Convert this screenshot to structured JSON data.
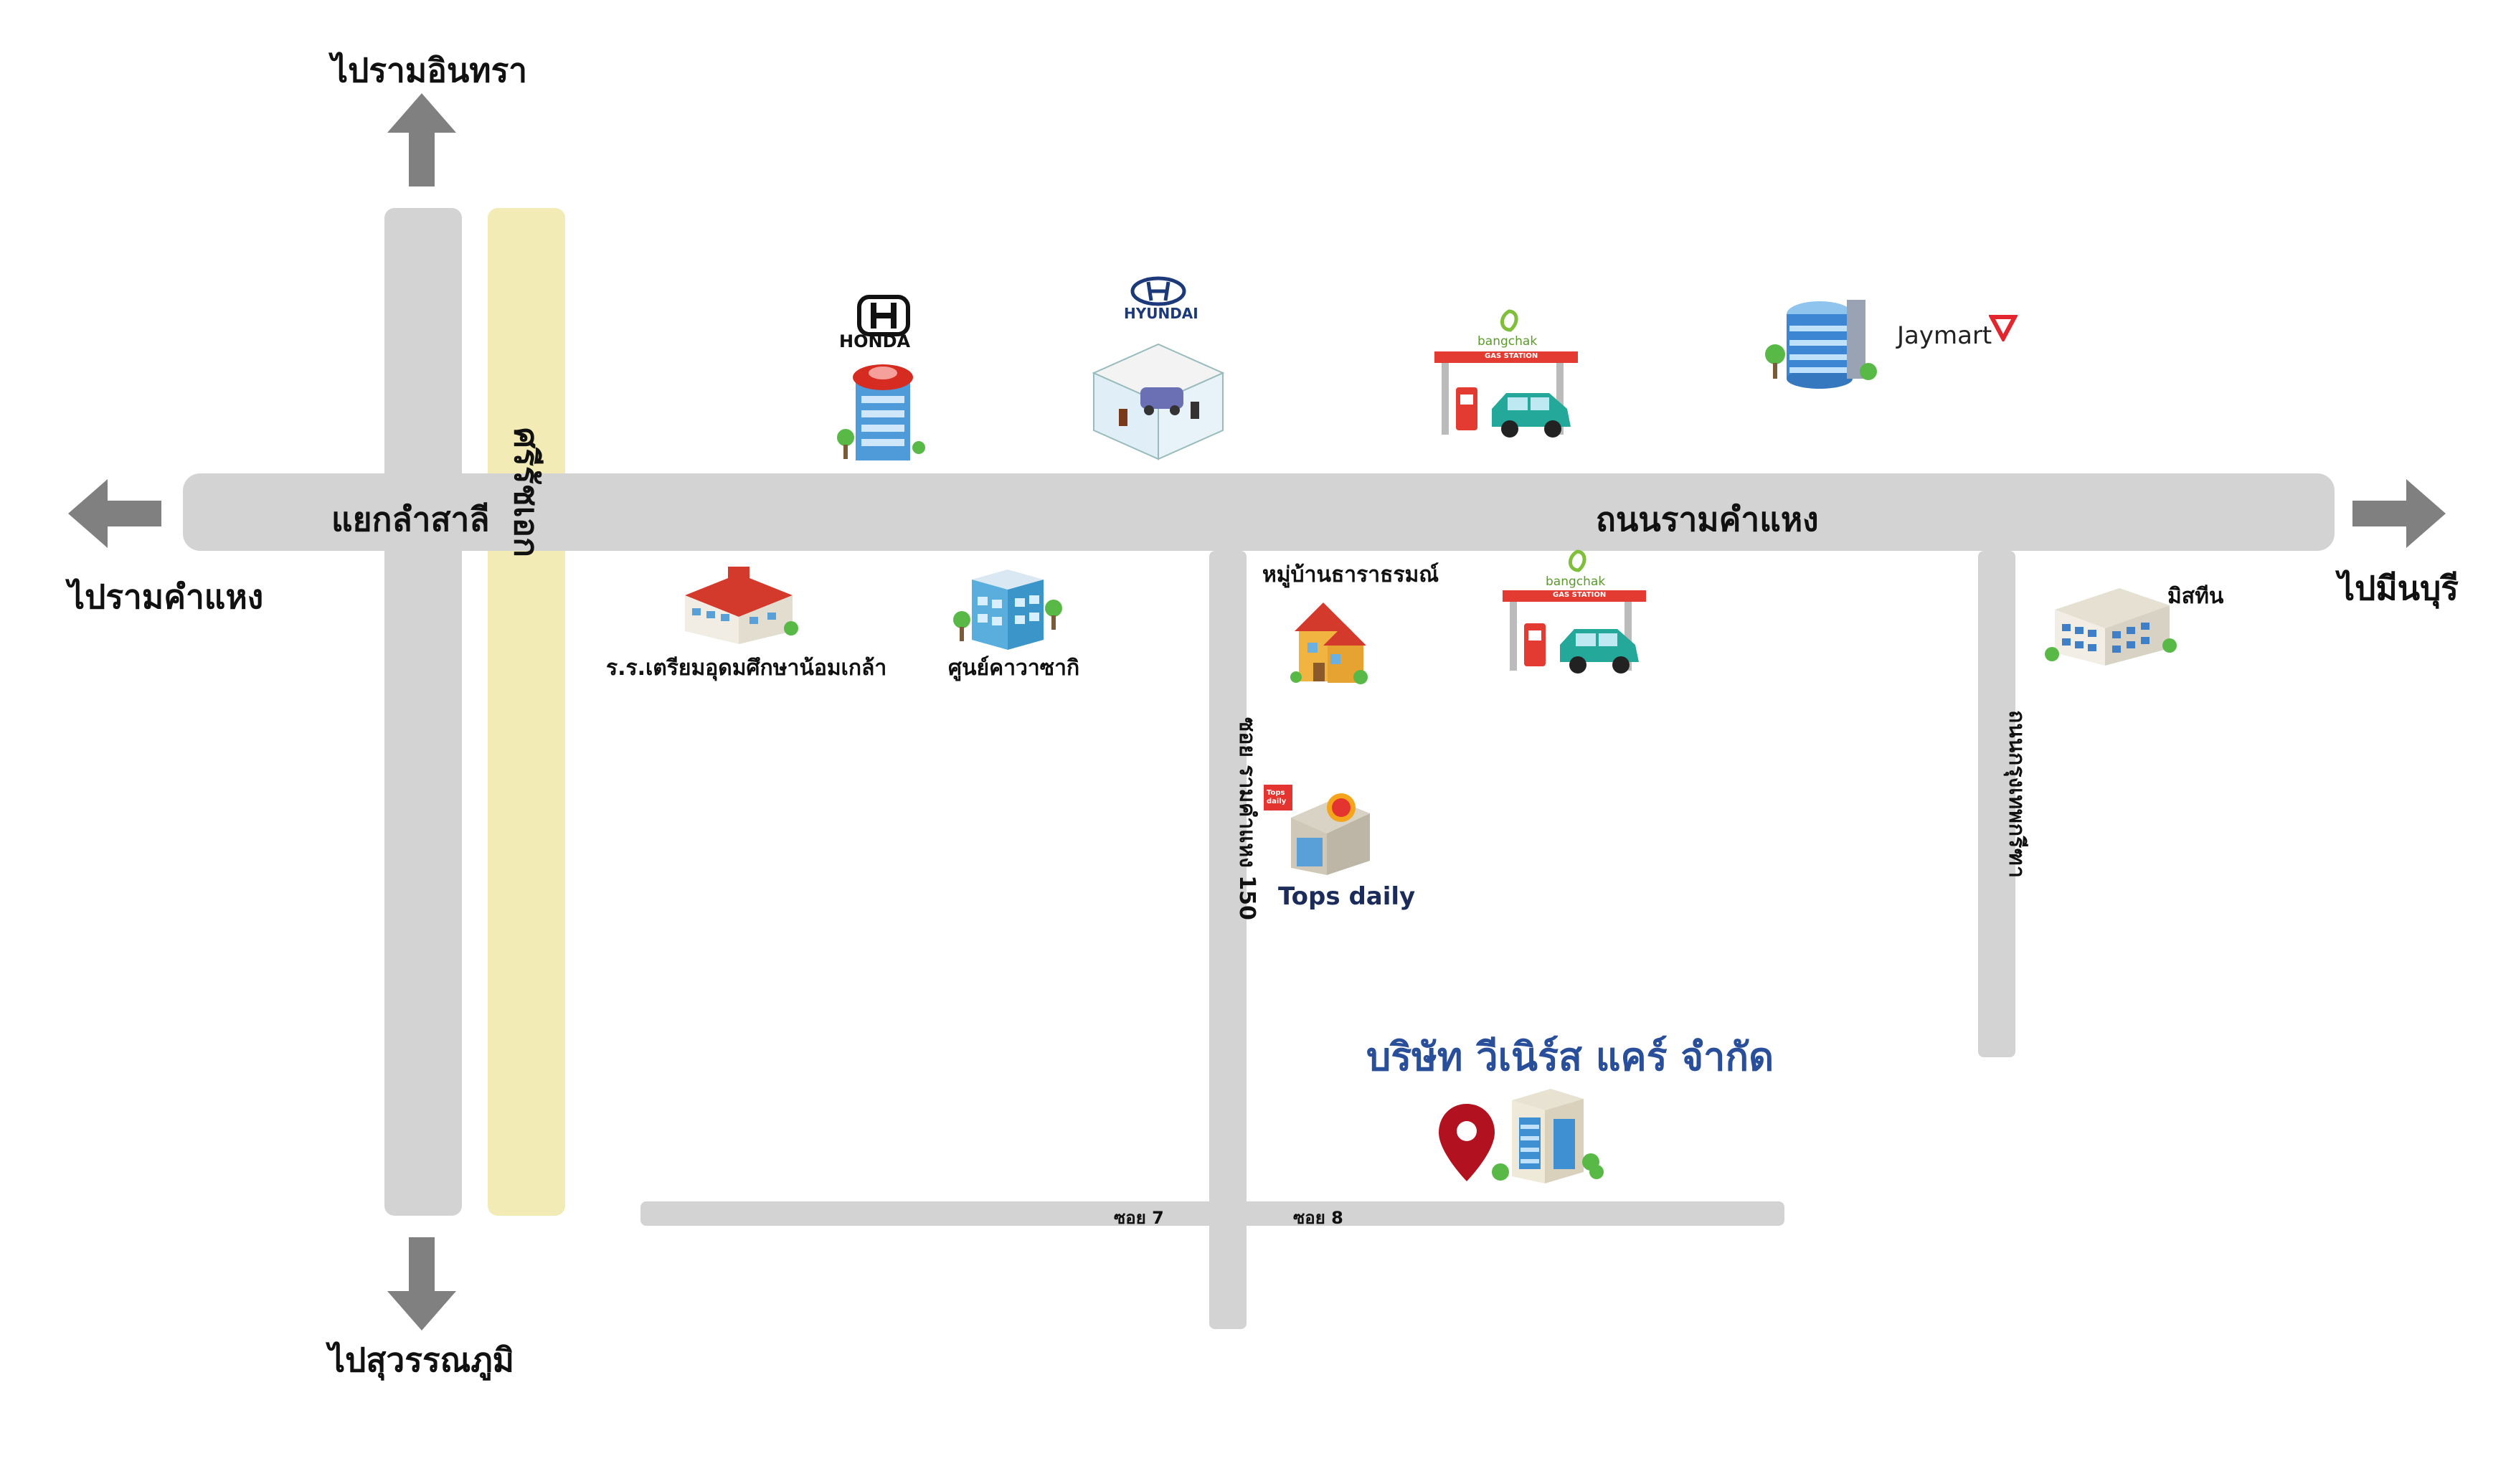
{
  "map": {
    "directions": {
      "north": "ไปรามอินทรา",
      "south": "ไปสุวรรณภูมิ",
      "west": "ไปรามคำแหง",
      "east": "ไปมีนบุรี"
    },
    "roads": {
      "main_road": "ถนนรามคำแหง",
      "junction": "แยกลำสาลี",
      "expressway": "ศรีรัชเอก",
      "soi_150": "ซอย รามคำแหง 150",
      "khum_klao_road": "ถนนกรุงเทพกรีฑา",
      "soi_7": "ซอย 7",
      "soi_8": "ซอย 8"
    },
    "landmarks": {
      "honda": "HONDA",
      "hyundai": "HYUNDAI",
      "bangchak_1": "bangchak",
      "bangchak_2": "bangchak",
      "gas_station_1": "GAS STATION",
      "gas_station_2": "GAS STATION",
      "jaymart": "Jaymart",
      "school": "ร.ร.เตรียมอุดมศึกษาน้อมเกล้า",
      "kawasaki": "ศูนย์คาวาซากิ",
      "village": "หมู่บ้านธาราธรมณ์",
      "tops_daily": "Tops daily",
      "tops_sign": "Tops daily",
      "misteen": "มิสทีน"
    },
    "destination": {
      "company_name": "บริษัท วีเนิร์ส แคร์ จำกัด",
      "color": "#2a4f9a",
      "pin_color": "#b2121f"
    },
    "colors": {
      "road": "#d3d3d3",
      "expressway": "#f2ebb5",
      "arrow": "#808080"
    }
  }
}
